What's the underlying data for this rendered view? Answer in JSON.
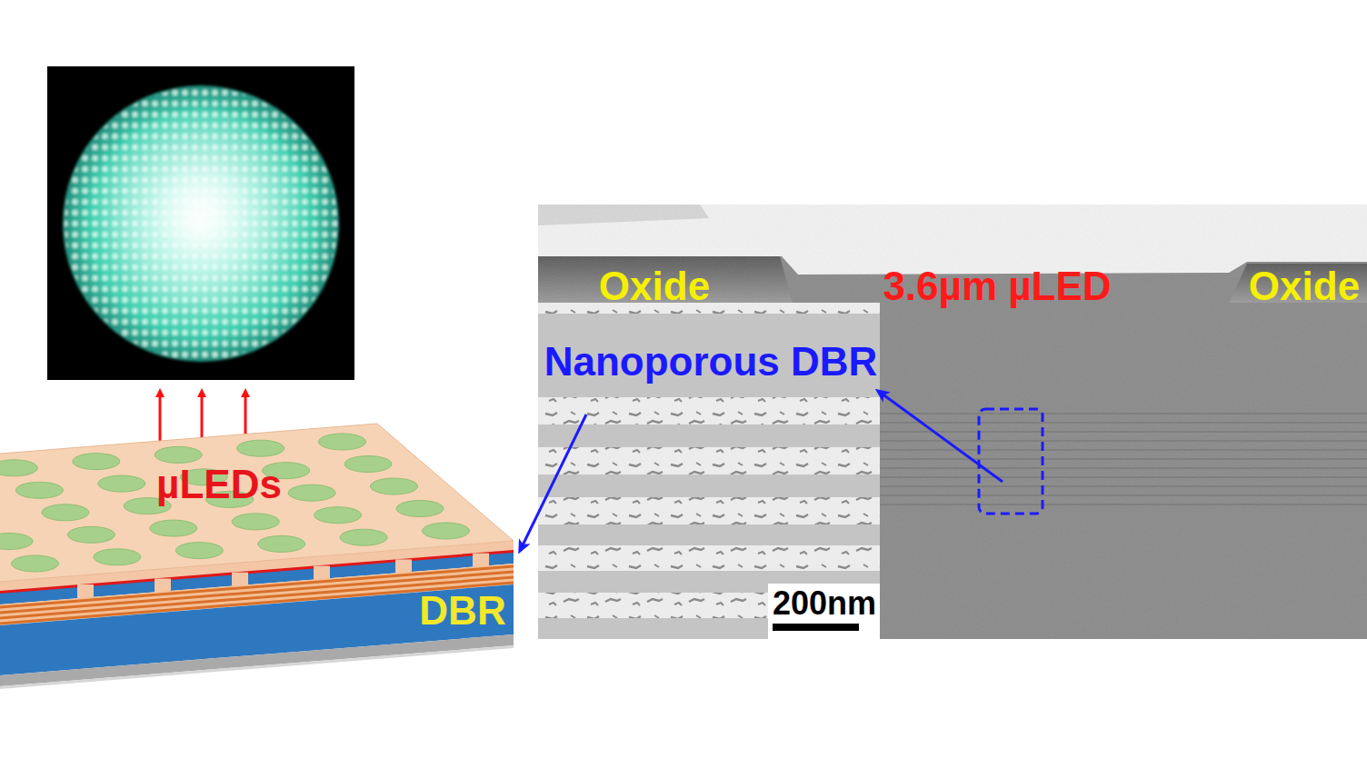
{
  "diagram": {
    "labels": [
      "µLEDs",
      "DBR",
      "Oxide",
      "3.6µm µLED",
      "Oxide",
      "Nanoporous DBR",
      "200nm"
    ]
  }
}
